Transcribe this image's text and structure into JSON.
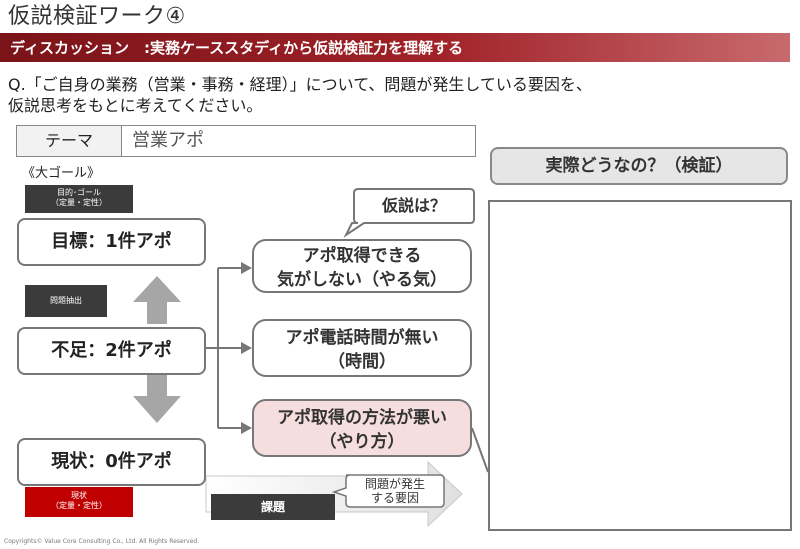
{
  "title": "仮説検証ワーク④",
  "banner": "ディスカッション　:実務ケーススタディから仮説検証力を理解する",
  "question": {
    "line1": "Q.「ご自身の業務（営業・事務・経理）」について、問題が発生している要因を、",
    "line2": "仮説思考をもとに考えてください。"
  },
  "theme": {
    "label": "テーマ",
    "value": "営業アポ"
  },
  "goal_caption": "《大ゴール》",
  "tags": {
    "goal": {
      "line1": "目的･ゴール",
      "line2": "（定量・定性）"
    },
    "problem": "問題抽出",
    "current": {
      "line1": "現状",
      "line2": "（定量・定性）"
    }
  },
  "boxes": {
    "goal": "目標：1件アポ",
    "shortage": "不足：2件アポ",
    "current": "現状：0件アポ"
  },
  "hypothesis_bubble": "仮説は？",
  "hypotheses": [
    {
      "line1": "アポ取得できる",
      "line2": "気がしない（やる気）"
    },
    {
      "line1": "アポ電話時間が無い",
      "line2": "（時間）"
    },
    {
      "line1": "アポ取得の方法が悪い",
      "line2": "（やり方）"
    }
  ],
  "verify_header": "実際どうなの？（検証）",
  "kadai": "課題",
  "cause_bubble": {
    "line1": "問題が発生",
    "line2": "する要因"
  },
  "footer": "Copyrights© Value Core Consulting Co., Ltd.   All Rights Reserved.",
  "colors": {
    "banner": "#a02228",
    "pink": "#f6dede",
    "red_tag": "#c00000",
    "dark_tag": "#3b3b3b"
  }
}
